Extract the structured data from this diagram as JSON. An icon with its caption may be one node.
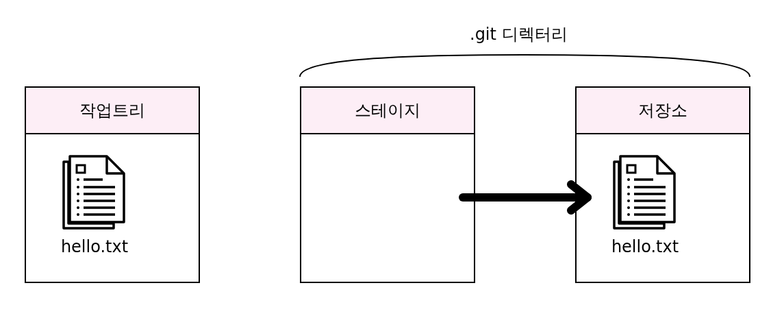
{
  "diagram": {
    "nodes": [
      {
        "text": [
          "작업트리"
        ]
      },
      {
        "text": [
          "hello.txt"
        ],
        "in": 0
      },
      {
        "text": [
          "스테이지"
        ]
      },
      {
        "text": [
          "저장소"
        ]
      },
      {
        "text": [
          "hello.txt"
        ],
        "in": 3
      }
    ],
    "edges": [
      {
        "from": 2,
        "to": 3,
        "arrow": "to"
      }
    ],
    "labels": [
      ".git 디렉터리"
    ]
  }
}
